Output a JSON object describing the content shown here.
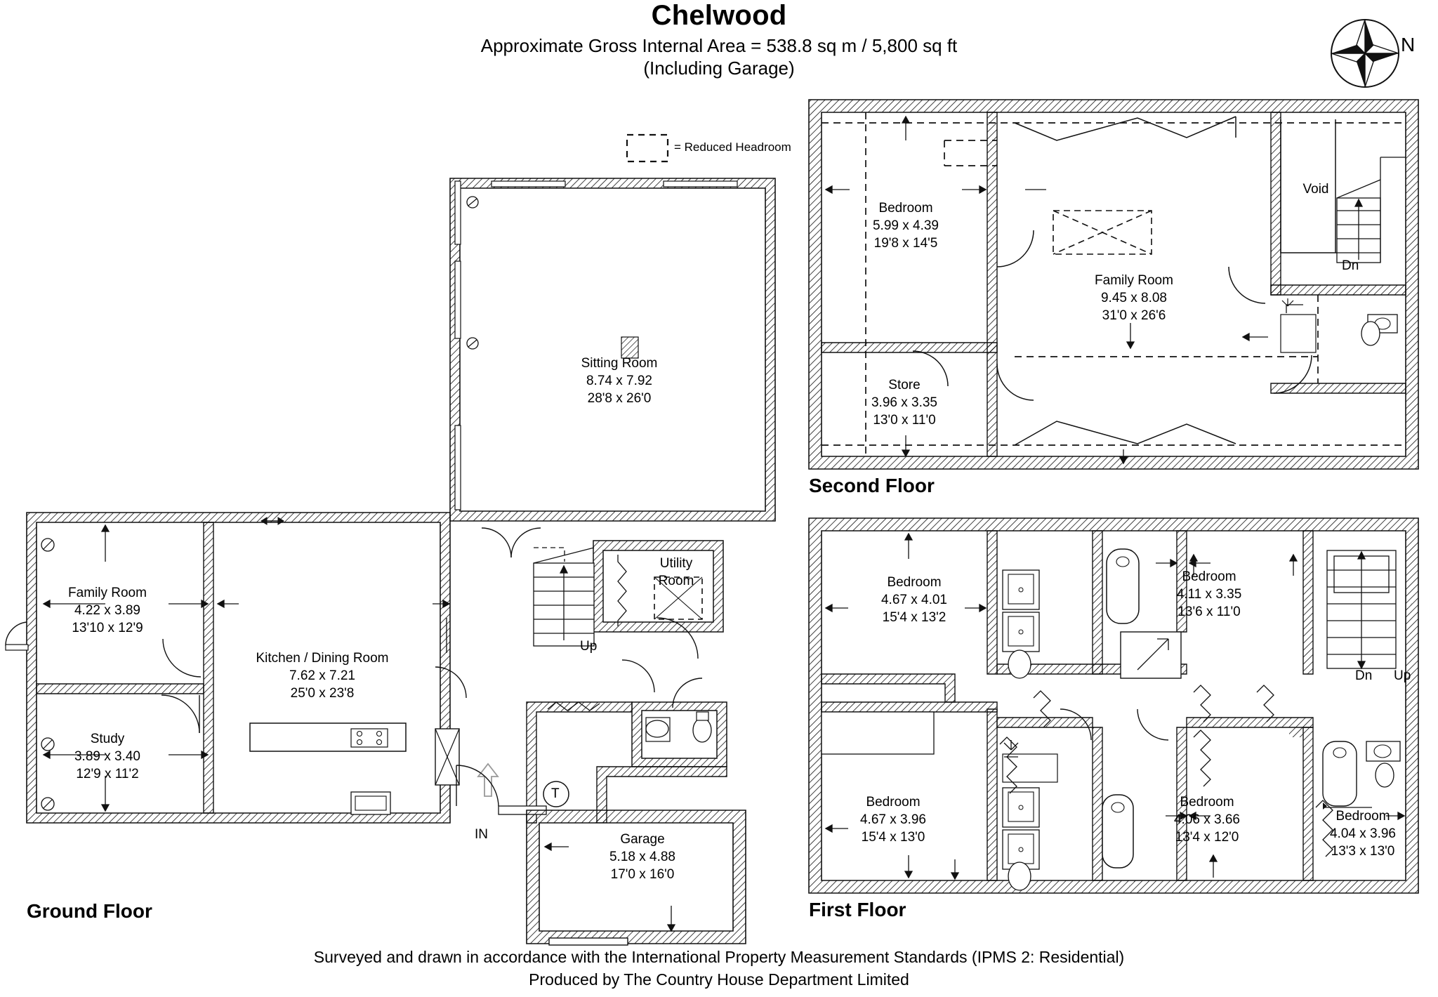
{
  "header": {
    "title": "Chelwood",
    "subtitle_1": "Approximate Gross Internal Area = 538.8 sq m / 5,800 sq ft",
    "subtitle_2": "(Including Garage)",
    "area_sq_m": "538.8",
    "area_sq_ft": "5,800"
  },
  "compass": {
    "north_label": "N",
    "icon": "compass-rose-icon"
  },
  "legend": {
    "text": "= Reduced Headroom",
    "swatch": "dashed-rectangle-icon"
  },
  "floors": [
    {
      "id": "ground",
      "title": "Ground Floor",
      "rooms": [
        {
          "name": "Sitting Room",
          "metric": "8.74 x 7.92",
          "imperial": "28'8 x 26'0"
        },
        {
          "name": "Family Room",
          "metric": "4.22 x 3.89",
          "imperial": "13'10 x 12'9"
        },
        {
          "name": "Study",
          "metric": "3.89 x 3.40",
          "imperial": "12'9 x 11'2"
        },
        {
          "name": "Kitchen / Dining Room",
          "metric": "7.62 x 7.21",
          "imperial": "25'0 x 23'8"
        },
        {
          "name": "Utility Room",
          "metric": "",
          "imperial": ""
        },
        {
          "name": "Garage",
          "metric": "5.18 x 4.88",
          "imperial": "17'0 x 16'0"
        }
      ],
      "markers": [
        {
          "name": "stair-up",
          "label": "Up"
        },
        {
          "name": "entrance",
          "label": "IN"
        },
        {
          "name": "tank",
          "label": "T"
        }
      ]
    },
    {
      "id": "first",
      "title": "First Floor",
      "rooms": [
        {
          "name": "Bedroom",
          "metric": "4.67 x 4.01",
          "imperial": "15'4 x 13'2"
        },
        {
          "name": "Bedroom",
          "metric": "4.11 x 3.35",
          "imperial": "13'6 x 11'0"
        },
        {
          "name": "Bedroom",
          "metric": "4.67 x 3.96",
          "imperial": "15'4 x 13'0"
        },
        {
          "name": "Bedroom",
          "metric": "4.06 x 3.66",
          "imperial": "13'4 x 12'0"
        },
        {
          "name": "Bedroom",
          "metric": "4.04 x 3.96",
          "imperial": "13'3 x 13'0"
        }
      ],
      "markers": [
        {
          "name": "stair-down",
          "label": "Dn"
        },
        {
          "name": "stair-up",
          "label": "Up"
        }
      ]
    },
    {
      "id": "second",
      "title": "Second Floor",
      "rooms": [
        {
          "name": "Bedroom",
          "metric": "5.99 x 4.39",
          "imperial": "19'8 x 14'5"
        },
        {
          "name": "Family Room",
          "metric": "9.45 x 8.08",
          "imperial": "31'0 x 26'6"
        },
        {
          "name": "Store",
          "metric": "3.96 x 3.35",
          "imperial": "13'0 x 11'0"
        },
        {
          "name": "Void",
          "metric": "",
          "imperial": ""
        }
      ],
      "markers": [
        {
          "name": "stair-down",
          "label": "Dn"
        }
      ]
    }
  ],
  "footer": {
    "line_1": "Surveyed and drawn in accordance with the International Property Measurement Standards (IPMS 2: Residential)",
    "line_2": "Produced by The Country House Department Limited"
  },
  "colors": {
    "ink": "#000000",
    "paper": "#ffffff",
    "wall_hatch": "#1a1a1a"
  }
}
